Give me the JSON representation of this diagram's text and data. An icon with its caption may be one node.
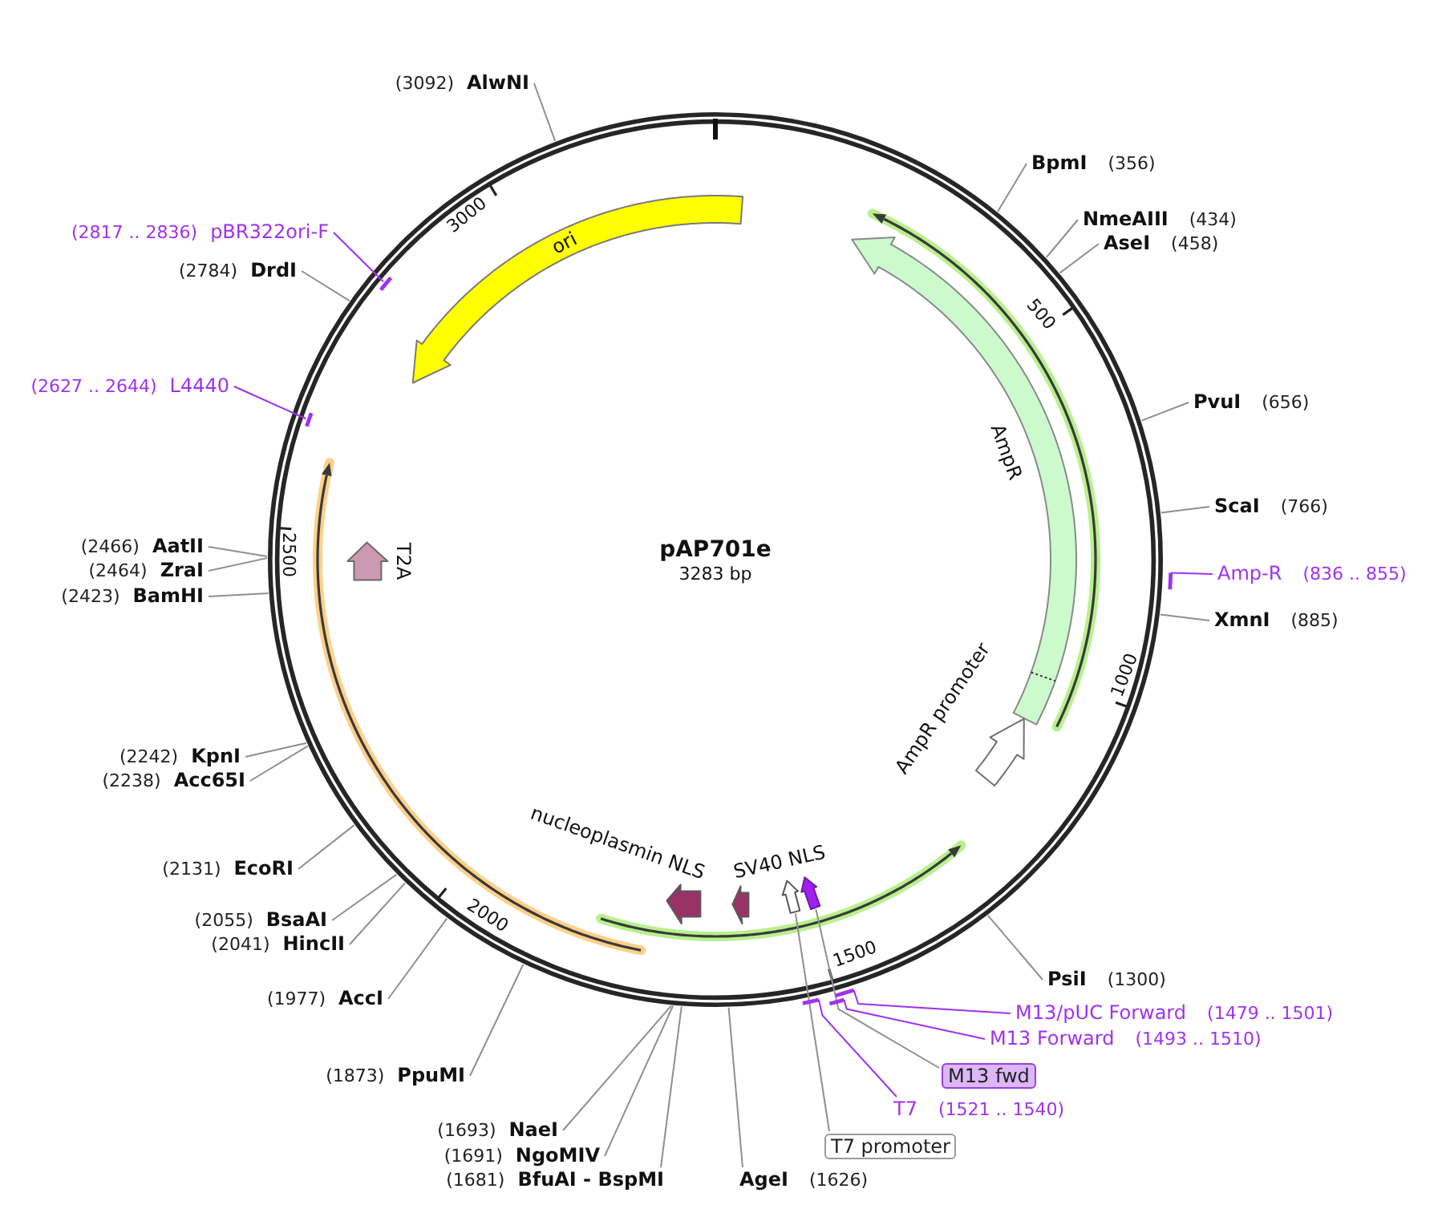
{
  "diagram": {
    "title": "pAP701e",
    "nodes": [
      {
        "text": [
          "(3092)",
          "AlwNI"
        ]
      },
      {
        "text": [
          "BpmI",
          "(356)"
        ]
      },
      {
        "text": [
          "NmeAIII",
          "(434)"
        ]
      },
      {
        "text": [
          "AseI",
          "(458)"
        ]
      },
      {
        "text": [
          "PvuI",
          "(656)"
        ]
      },
      {
        "text": [
          "ScaI",
          "(766)"
        ]
      },
      {
        "text": [
          "Amp-R",
          "(836 .. 855)"
        ]
      },
      {
        "text": [
          "XmnI",
          "(885)"
        ]
      },
      {
        "text": [
          "PsiI",
          "(1300)"
        ]
      },
      {
        "text": [
          "M13/pUC Forward",
          "(1479 .. 1501)"
        ]
      },
      {
        "text": [
          "M13 Forward",
          "(1493 .. 1510)"
        ]
      },
      {
        "text": [
          "M13 fwd"
        ]
      },
      {
        "text": [
          "T7",
          "(1521 .. 1540)"
        ]
      },
      {
        "text": [
          "T7 promoter"
        ]
      },
      {
        "text": [
          "AgeI",
          "(1626)"
        ]
      },
      {
        "text": [
          "(1681)",
          "BfuAI - BspMI"
        ]
      },
      {
        "text": [
          "(1691)",
          "NgoMIV"
        ]
      },
      {
        "text": [
          "(1693)",
          "NaeI"
        ]
      },
      {
        "text": [
          "(1873)",
          "PpuMI"
        ]
      },
      {
        "text": [
          "(1977)",
          "AccI"
        ]
      },
      {
        "text": [
          "(2041)",
          "HincII"
        ]
      },
      {
        "text": [
          "(2055)",
          "BsaAI"
        ]
      },
      {
        "text": [
          "(2131)",
          "EcoRI"
        ]
      },
      {
        "text": [
          "(2238)",
          "Acc65I"
        ]
      },
      {
        "text": [
          "(2242)",
          "KpnI"
        ]
      },
      {
        "text": [
          "(2423)",
          "BamHI"
        ]
      },
      {
        "text": [
          "(2464)",
          "ZraI"
        ]
      },
      {
        "text": [
          "(2466)",
          "AatII"
        ]
      },
      {
        "text": [
          "(2627 .. 2644)",
          "L4440"
        ]
      },
      {
        "text": [
          "(2784)",
          "DrdI"
        ]
      },
      {
        "text": [
          "(2817 .. 2836)",
          "pBR322ori-F"
        ]
      },
      {
        "text": [
          "ori"
        ]
      },
      {
        "text": [
          "AmpR"
        ]
      },
      {
        "text": [
          "AmpR promoter"
        ]
      },
      {
        "text": [
          "T2A"
        ]
      },
      {
        "text": [
          "nucleoplasmin NLS"
        ]
      },
      {
        "text": [
          "SV40 NLS"
        ]
      },
      {
        "text": [],
        "shape": "arrow"
      },
      {
        "text": [],
        "shape": "arrow"
      },
      {
        "text": [],
        "shape": "bar"
      },
      {
        "text": [],
        "shape": "bar"
      },
      {
        "text": [],
        "shape": "bar"
      },
      {
        "text": [],
        "shape": "bar"
      },
      {
        "text": [],
        "shape": "bar"
      },
      {
        "text": [],
        "shape": "bar"
      }
    ],
    "edges": [
      {
        "from": 0,
        "to": null,
        "arrow": "none"
      },
      {
        "from": 1,
        "to": null,
        "arrow": "none"
      },
      {
        "from": 2,
        "to": null,
        "arrow": "none"
      },
      {
        "from": 3,
        "to": null,
        "arrow": "none"
      },
      {
        "from": 4,
        "to": null,
        "arrow": "none"
      },
      {
        "from": 5,
        "to": null,
        "arrow": "none"
      },
      {
        "from": 6,
        "to": 41,
        "arrow": "none",
        "color": "#a032f0"
      },
      {
        "from": 7,
        "to": null,
        "arrow": "none"
      },
      {
        "from": 8,
        "to": null,
        "arrow": "none"
      },
      {
        "from": 9,
        "to": 42,
        "arrow": "none",
        "color": "#a032f0"
      },
      {
        "from": 10,
        "to": 43,
        "arrow": "none",
        "color": "#a032f0"
      },
      {
        "from": 11,
        "to": 38,
        "arrow": "none"
      },
      {
        "from": 12,
        "to": 44,
        "arrow": "none",
        "color": "#a032f0"
      },
      {
        "from": 13,
        "to": 37,
        "arrow": "none"
      },
      {
        "from": 14,
        "to": null,
        "arrow": "none"
      },
      {
        "from": 15,
        "to": null,
        "arrow": "none"
      },
      {
        "from": 16,
        "to": null,
        "arrow": "none"
      },
      {
        "from": 17,
        "to": null,
        "arrow": "none"
      },
      {
        "from": 18,
        "to": null,
        "arrow": "none"
      },
      {
        "from": 19,
        "to": null,
        "arrow": "none"
      },
      {
        "from": 20,
        "to": null,
        "arrow": "none"
      },
      {
        "from": 21,
        "to": null,
        "arrow": "none"
      },
      {
        "from": 22,
        "to": null,
        "arrow": "none"
      },
      {
        "from": 23,
        "to": null,
        "arrow": "none"
      },
      {
        "from": 24,
        "to": null,
        "arrow": "none"
      },
      {
        "from": 25,
        "to": null,
        "arrow": "none"
      },
      {
        "from": 26,
        "to": null,
        "arrow": "none"
      },
      {
        "from": 27,
        "to": null,
        "arrow": "none"
      },
      {
        "from": 28,
        "to": 40,
        "arrow": "none",
        "color": "#a032f0"
      },
      {
        "from": 29,
        "to": null,
        "arrow": "none"
      },
      {
        "from": 30,
        "to": 39,
        "arrow": "none",
        "color": "#a032f0"
      }
    ],
    "labels": [
      "3000",
      "500",
      "2500",
      "3283 bp",
      "1000",
      "2000",
      "1500"
    ]
  }
}
